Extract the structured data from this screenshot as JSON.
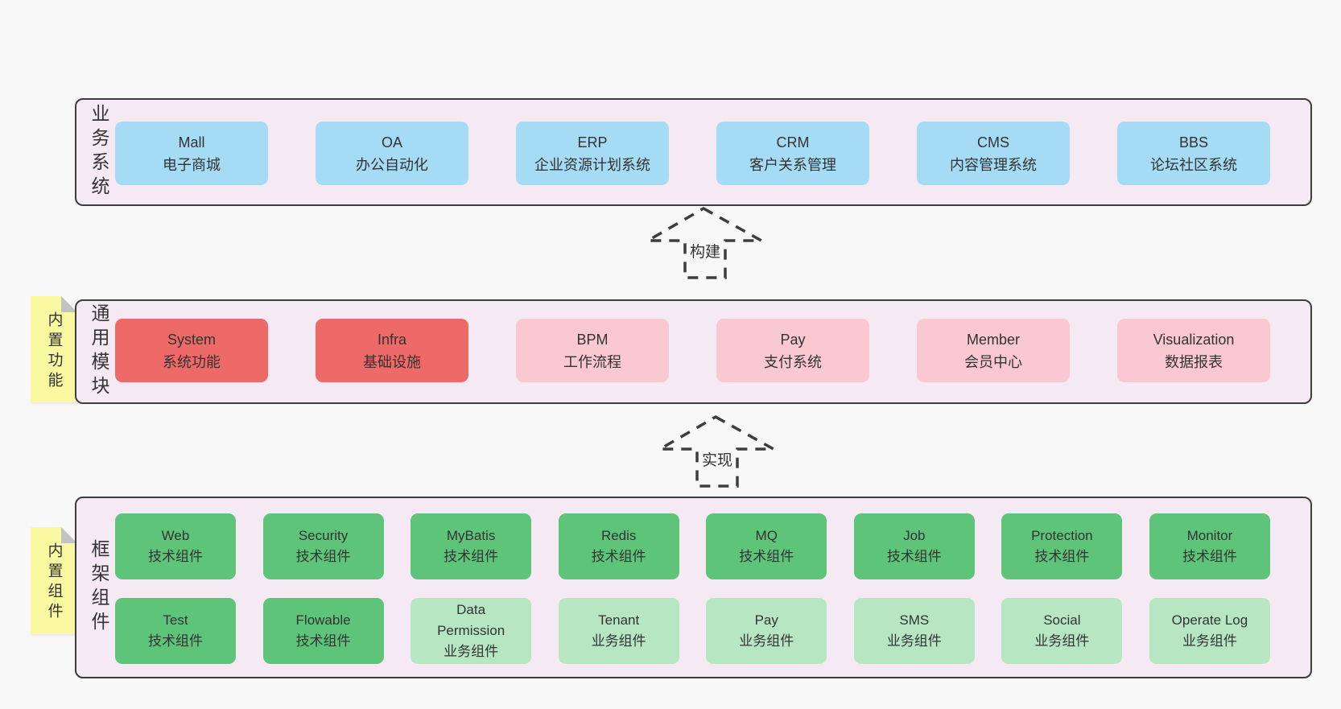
{
  "colors": {
    "blue": "#a5dbf4",
    "red": "#ed6a68",
    "pink": "#f9c8d1",
    "green": "#5ec47a",
    "green_light": "#b7e6c2",
    "band_bg": "#f5e9f3",
    "note_yellow": "#f9f9a2",
    "outline": "#3d3d3d"
  },
  "notes": [
    {
      "text": "内置功能"
    },
    {
      "text": "内置组件"
    }
  ],
  "arrows": [
    {
      "label": "构建"
    },
    {
      "label": "实现"
    }
  ],
  "bands": [
    {
      "label": "业务系统",
      "boxes": [
        {
          "line1": "Mall",
          "line2": "电子商城"
        },
        {
          "line1": "OA",
          "line2": "办公自动化"
        },
        {
          "line1": "ERP",
          "line2": "企业资源计划系统"
        },
        {
          "line1": "CRM",
          "line2": "客户关系管理"
        },
        {
          "line1": "CMS",
          "line2": "内容管理系统"
        },
        {
          "line1": "BBS",
          "line2": "论坛社区系统"
        }
      ]
    },
    {
      "label": "通用模块",
      "boxes": [
        {
          "line1": "System",
          "line2": "系统功能"
        },
        {
          "line1": "Infra",
          "line2": "基础设施"
        },
        {
          "line1": "BPM",
          "line2": "工作流程"
        },
        {
          "line1": "Pay",
          "line2": "支付系统"
        },
        {
          "line1": "Member",
          "line2": "会员中心"
        },
        {
          "line1": "Visualization",
          "line2": "数据报表"
        }
      ]
    },
    {
      "label": "框架组件",
      "rows": [
        [
          {
            "line1": "Web",
            "line2": "技术组件"
          },
          {
            "line1": "Security",
            "line2": "技术组件"
          },
          {
            "line1": "MyBatis",
            "line2": "技术组件"
          },
          {
            "line1": "Redis",
            "line2": "技术组件"
          },
          {
            "line1": "MQ",
            "line2": "技术组件"
          },
          {
            "line1": "Job",
            "line2": "技术组件"
          },
          {
            "line1": "Protection",
            "line2": "技术组件"
          },
          {
            "line1": "Monitor",
            "line2": "技术组件"
          }
        ],
        [
          {
            "line1": "Test",
            "line2": "技术组件"
          },
          {
            "line1": "Flowable",
            "line2": "技术组件"
          },
          {
            "line1": "Data Permission",
            "line2": "业务组件"
          },
          {
            "line1": "Tenant",
            "line2": "业务组件"
          },
          {
            "line1": "Pay",
            "line2": "业务组件"
          },
          {
            "line1": "SMS",
            "line2": "业务组件"
          },
          {
            "line1": "Social",
            "line2": "业务组件"
          },
          {
            "line1": "Operate Log",
            "line2": "业务组件"
          }
        ]
      ]
    }
  ]
}
